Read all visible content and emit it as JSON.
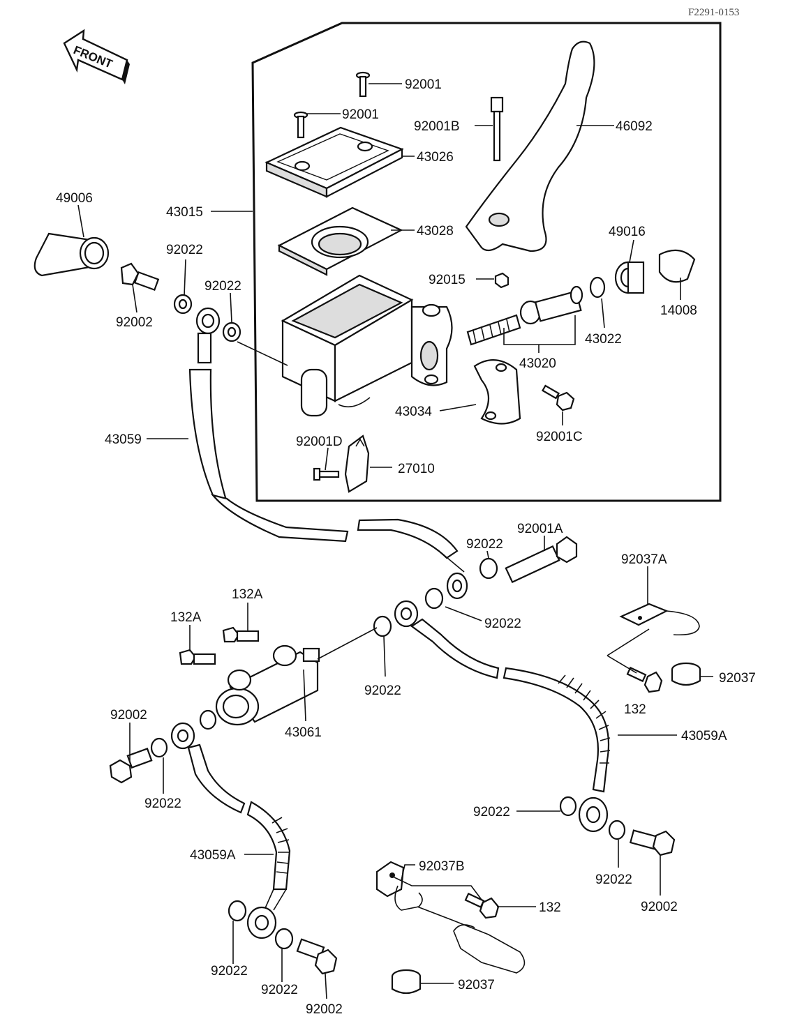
{
  "ref_code": "F2291-0153",
  "front_label": "FRONT",
  "parts": {
    "p92001_a": "92001",
    "p92001_b": "92001",
    "p92001B": "92001B",
    "p46092": "46092",
    "p43026": "43026",
    "p43015": "43015",
    "p43028": "43028",
    "p49006": "49006",
    "p92022_a": "92022",
    "p92022_b": "92022",
    "p92002_a": "92002",
    "p49016": "49016",
    "p92015": "92015",
    "p43022": "43022",
    "p14008": "14008",
    "p43020": "43020",
    "p43034": "43034",
    "p92001C": "92001C",
    "p43059": "43059",
    "p92001D": "92001D",
    "p27010": "27010",
    "p92022_c": "92022",
    "p92001A": "92001A",
    "p92037A": "92037A",
    "p132A_a": "132A",
    "p132A_b": "132A",
    "p92022_d": "92022",
    "p92022_e": "92022",
    "p132_a": "132",
    "p92037_a": "92037",
    "p43061": "43061",
    "p92002_b": "92002",
    "p43059A_a": "43059A",
    "p92022_f": "92022",
    "p92022_g": "92022",
    "p92022_h": "92022",
    "p92002_c": "92002",
    "p43059A_b": "43059A",
    "p92037B": "92037B",
    "p132_b": "132",
    "p92022_i": "92022",
    "p92022_j": "92022",
    "p92002_d": "92002",
    "p92037_b": "92037"
  }
}
